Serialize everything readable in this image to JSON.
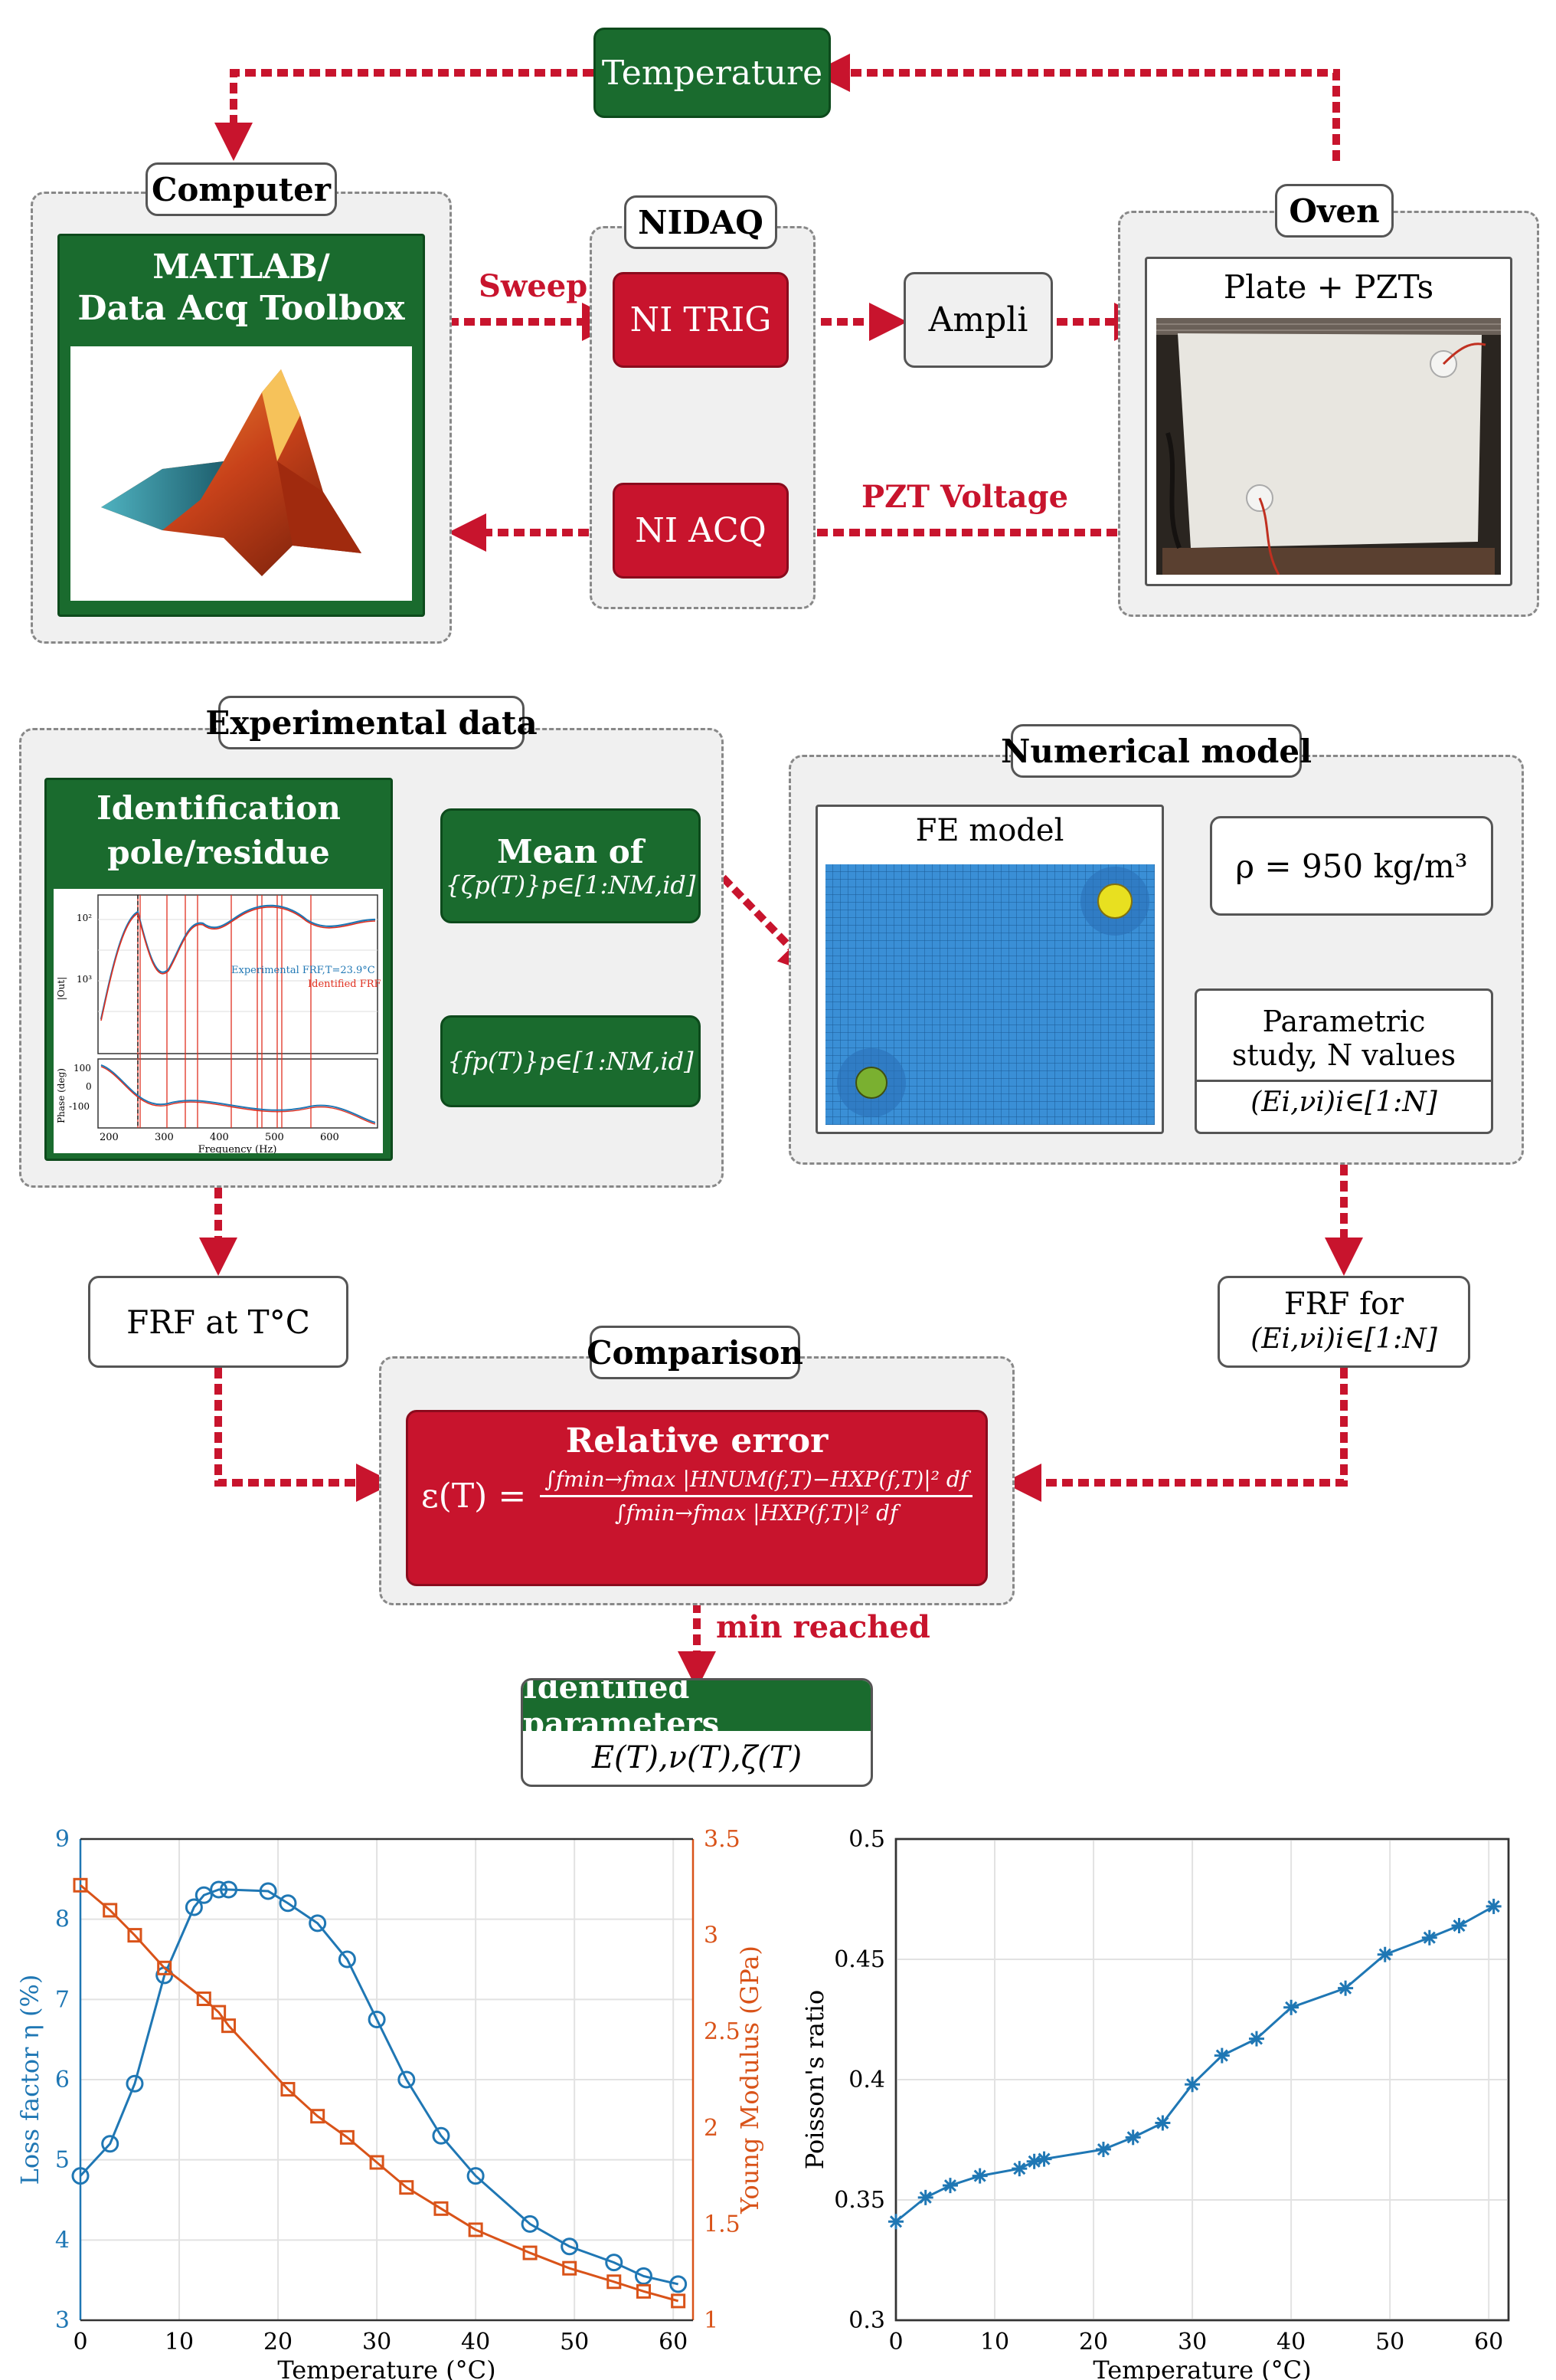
{
  "colors": {
    "green": "#1a6b2e",
    "red": "#c8142d",
    "gray_box": "#f0f0f0",
    "blue": "#1f77b4",
    "orange": "#d95319"
  },
  "temperature_label": "Temperature",
  "computer": {
    "title": "Computer",
    "matlab_line1": "MATLAB/",
    "matlab_line2": "Data Acq Toolbox"
  },
  "nidaq": {
    "title": "NIDAQ",
    "trig": "NI TRIG",
    "acq": "NI ACQ"
  },
  "ampli": "Ampli",
  "oven": {
    "title": "Oven",
    "plate": "Plate + PZTs"
  },
  "labels": {
    "sweep": "Sweep",
    "pzt_voltage": "PZT Voltage",
    "min_reached": "min reached"
  },
  "experimental": {
    "title": "Experimental data",
    "ident_line1": "Identification",
    "ident_line2": "pole/residue",
    "mean_of": "Mean of",
    "zeta_set": "{ζp(T)}p∈[1:NM,id]",
    "f_set": "{fp(T)}p∈[1:NM,id]",
    "legend_exp": "Experimental FRF,T=23.9°C",
    "legend_id": "Identified FRF",
    "y_top": "|Out|",
    "y_bottom": "Phase (deg)",
    "x_label": "Frequency (Hz)",
    "x_ticks": [
      "200",
      "300",
      "400",
      "500",
      "600"
    ],
    "y_top_ticks": [
      "10²",
      "10³"
    ],
    "y_bottom_ticks": [
      "100",
      "0",
      "-100"
    ]
  },
  "numerical": {
    "title": "Numerical model",
    "fe": "FE model",
    "rho": "ρ = 950 kg/m³",
    "param_line1": "Parametric",
    "param_line2": "study, N values",
    "param_set": "(Ei,νi)i∈[1:N]"
  },
  "frf_at": "FRF at T°C",
  "frf_for_line1": "FRF for",
  "frf_for_line2": "(Ei,νi)i∈[1:N]",
  "comparison": {
    "title": "Comparison",
    "rel_error": "Relative error",
    "formula_lhs": "ε(T) =",
    "numerator": "∫fmin→fmax |HNUM(f,T)−HXP(f,T)|² df",
    "denominator": "∫fmin→fmax |HXP(f,T)|² df"
  },
  "identified": {
    "title": "Identified parameters",
    "values": "E(T),ν(T),ζ(T)"
  },
  "chart_data": [
    {
      "type": "line",
      "xlabel": "Temperature (°C)",
      "xlim": [
        0,
        62
      ],
      "x_ticks": [
        0,
        10,
        20,
        30,
        40,
        50,
        60
      ],
      "grid": true,
      "series": [
        {
          "ylabel": "Loss factor η (%)",
          "axis": "left",
          "ylim": [
            3,
            9
          ],
          "y_ticks": [
            3,
            4,
            5,
            6,
            7,
            8,
            9
          ],
          "marker": "circle",
          "x": [
            0,
            3,
            5.5,
            8.5,
            11.5,
            12.5,
            14,
            15,
            19,
            21,
            24,
            27,
            30,
            33,
            36.5,
            40,
            45.5,
            49.5,
            54,
            57,
            60.5
          ],
          "y": [
            4.8,
            5.2,
            5.95,
            7.3,
            8.15,
            8.3,
            8.37,
            8.37,
            8.35,
            8.2,
            7.95,
            7.5,
            6.75,
            6.0,
            5.3,
            4.8,
            4.2,
            3.92,
            3.72,
            3.55,
            3.45
          ]
        },
        {
          "ylabel": "Young Modulus (GPa)",
          "axis": "right",
          "ylim": [
            1,
            3.5
          ],
          "y_ticks": [
            1,
            1.5,
            2,
            2.5,
            3,
            3.5
          ],
          "marker": "square",
          "x": [
            0,
            3,
            5.5,
            8.5,
            12.5,
            14,
            15,
            21,
            24,
            27,
            30,
            33,
            36.5,
            40,
            45.5,
            49.5,
            54,
            57,
            60.5
          ],
          "y": [
            3.26,
            3.13,
            3.0,
            2.83,
            2.67,
            2.6,
            2.53,
            2.2,
            2.06,
            1.95,
            1.82,
            1.69,
            1.58,
            1.47,
            1.35,
            1.27,
            1.2,
            1.15,
            1.1
          ]
        }
      ]
    },
    {
      "type": "line",
      "xlabel": "Temperature (°C)",
      "ylabel": "Poisson's ratio",
      "xlim": [
        0,
        62
      ],
      "ylim": [
        0.3,
        0.5
      ],
      "x_ticks": [
        0,
        10,
        20,
        30,
        40,
        50,
        60
      ],
      "y_ticks": [
        0.3,
        0.35,
        0.4,
        0.45,
        0.5
      ],
      "grid": true,
      "marker": "asterisk",
      "series": [
        {
          "x": [
            0,
            3,
            5.5,
            8.5,
            12.5,
            14,
            15,
            21,
            24,
            27,
            30,
            33,
            36.5,
            40,
            45.5,
            49.5,
            54,
            57,
            60.5
          ],
          "y": [
            0.341,
            0.351,
            0.356,
            0.36,
            0.363,
            0.366,
            0.367,
            0.371,
            0.376,
            0.382,
            0.398,
            0.41,
            0.417,
            0.43,
            0.438,
            0.452,
            0.459,
            0.464,
            0.472
          ]
        }
      ]
    }
  ]
}
